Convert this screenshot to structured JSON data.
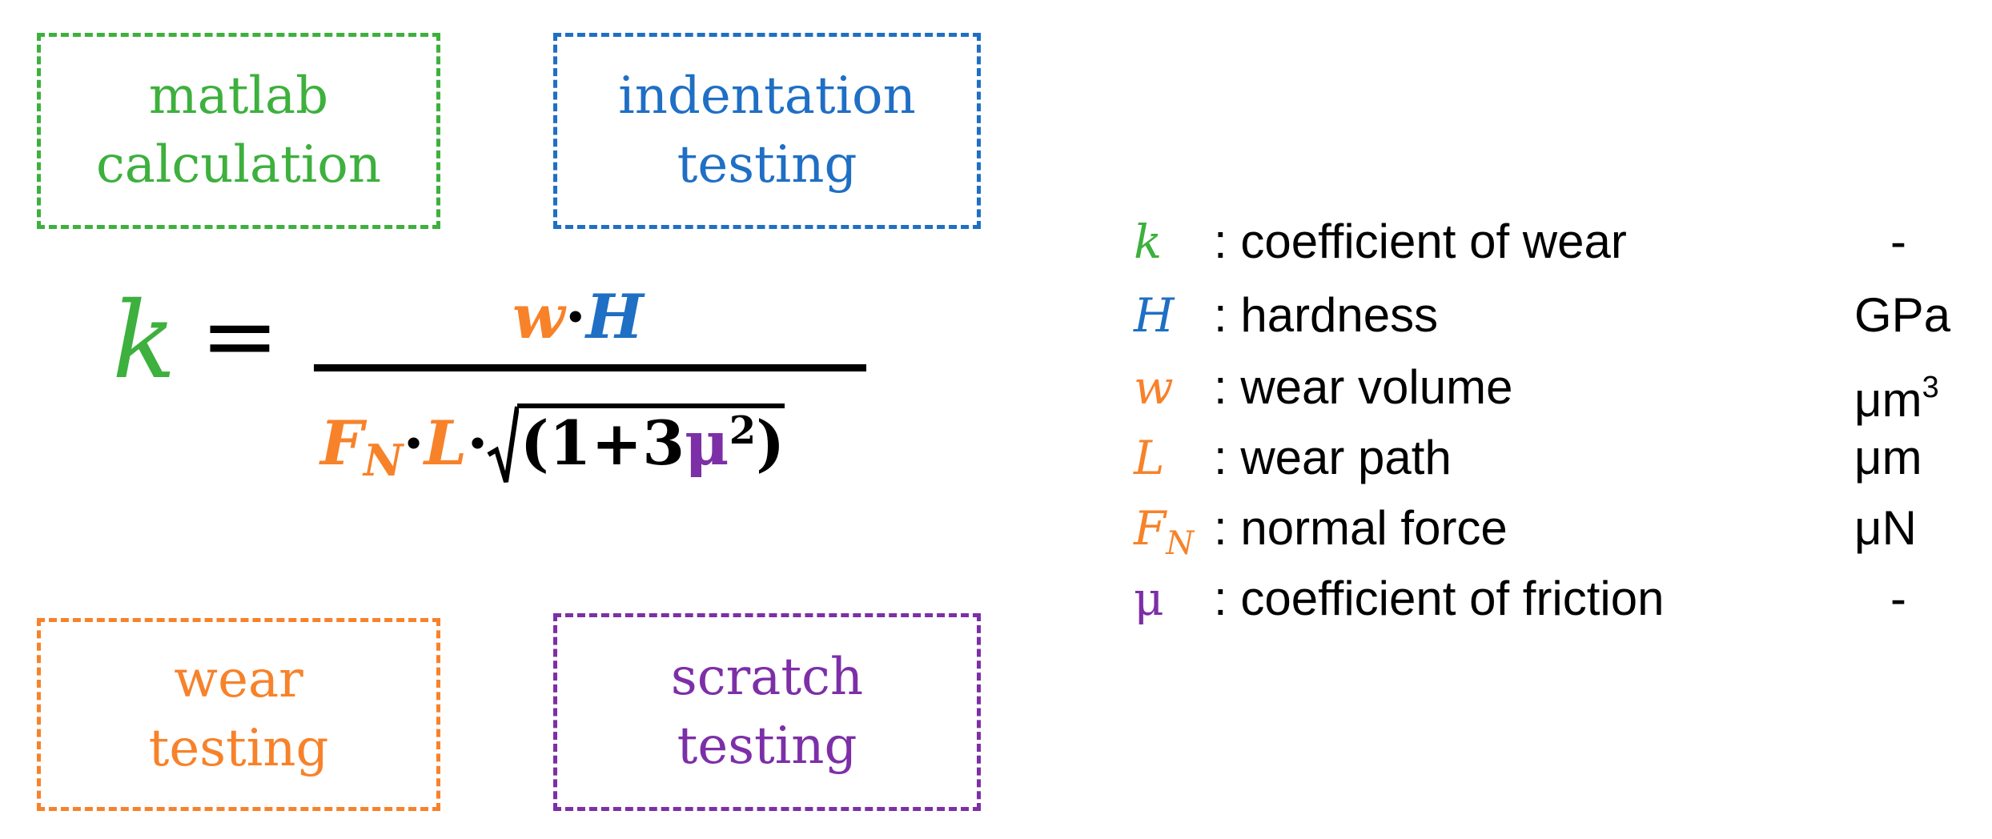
{
  "colors": {
    "green": "#3db03d",
    "blue": "#1f6fc4",
    "orange": "#f7822a",
    "purple": "#7d2fa7",
    "black": "#000000"
  },
  "boxes": {
    "matlab": {
      "line1": "matlab",
      "line2": "calculation"
    },
    "indentation": {
      "line1": "indentation",
      "line2": "testing"
    },
    "wear": {
      "line1": "wear",
      "line2": "testing"
    },
    "scratch": {
      "line1": "scratch",
      "line2": "testing"
    }
  },
  "formula": {
    "lhs": "k",
    "equals": "=",
    "numerator": {
      "w": "w",
      "dot": "·",
      "H": "H"
    },
    "denominator": {
      "F": "F",
      "F_sub": "N",
      "dot1": "·",
      "L": "L",
      "dot2": "·",
      "open": "(1+3",
      "mu": "μ",
      "exp": "2",
      "close": ")"
    }
  },
  "legend": [
    {
      "symbol": "k",
      "sub": "",
      "desc": ": coefficient of wear",
      "unit": "-",
      "unit_sup": ""
    },
    {
      "symbol": "H",
      "sub": "",
      "desc": ": hardness",
      "unit": "GPa",
      "unit_sup": ""
    },
    {
      "symbol": "w",
      "sub": "",
      "desc": ": wear volume",
      "unit": "μm",
      "unit_sup": "3"
    },
    {
      "symbol": "L",
      "sub": "",
      "desc": ": wear path",
      "unit": "μm",
      "unit_sup": ""
    },
    {
      "symbol": "F",
      "sub": "N",
      "desc": ": normal force",
      "unit": "μN",
      "unit_sup": ""
    },
    {
      "symbol": "μ",
      "sub": "",
      "desc": ": coefficient of friction",
      "unit": "-",
      "unit_sup": ""
    }
  ]
}
